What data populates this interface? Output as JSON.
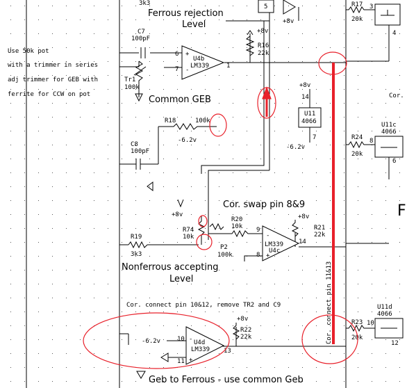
{
  "headings": {
    "ferrous_rejection_line1": "Ferrous rejection",
    "ferrous_rejection_line2": "Level",
    "common_geb": "Common GEB",
    "cor_swap": "Cor. swap pin 8&9",
    "nonferrous_line1": "Nonferrous accepting",
    "nonferrous_line2": "Level",
    "geb_to_ferrous": "Geb to Ferrous - use common Geb"
  },
  "notes": {
    "side_note_lines": [
      "Use 50k pot",
      "with a trimmer in series",
      "adj trimmer for GEB with",
      "ferrite for CCW on pot"
    ],
    "cor_connect_10_12": "Cor. connect pin 10&12, remove TR2 and C9",
    "cor_connect_11_13": "Cor. connect pin 11&13"
  },
  "components": {
    "r3k3_top": "3k3",
    "r17": "R17",
    "r17_val": "20k",
    "c7": "C7",
    "c7_val": "100pF",
    "tr1": "Tr1",
    "tr1_val": "100k",
    "u4b": "U4b",
    "u4b_part": "LM339",
    "r16": "R16",
    "r16_val": "22k",
    "plus8v": "+8v",
    "minus62v": "-6.2v",
    "u11": "U11",
    "u11_part": "4066",
    "r18": "R18",
    "r18_val": "100k",
    "c8": "C8",
    "c8_val": "100pF",
    "r24": "R24",
    "r24_val": "20k",
    "u11c": "U11c",
    "u11c_part": "4066",
    "r20": "R20",
    "r20_val": "10k",
    "r74": "R74",
    "r74_val": "10k",
    "p2": "P2",
    "p2_val": "100k",
    "u4c": "U4c",
    "u4c_part": "LM339",
    "r21": "R21",
    "r21_val": "22k",
    "r19": "R19",
    "r19_val": "3k3",
    "u4d": "U4d",
    "u4d_part": "LM339",
    "r22": "R22",
    "r22_val": "22k",
    "r23": "R23",
    "r23_val": "20k",
    "u11d": "U11d",
    "u11d_part": "4066",
    "cor_partial": "Cor.",
    "big_partial": "F"
  },
  "pins": {
    "p1": "1",
    "p3": "3",
    "p4": "4",
    "p5": "5",
    "p6": "6",
    "p7": "7",
    "p8": "8",
    "p9": "9",
    "p10": "10",
    "p11": "11",
    "p12": "12",
    "p13": "13",
    "p14": "14"
  },
  "colors": {
    "wire": "#000000",
    "grid_dot": "#555555",
    "markup": "#e8202a",
    "box": "#888888"
  }
}
